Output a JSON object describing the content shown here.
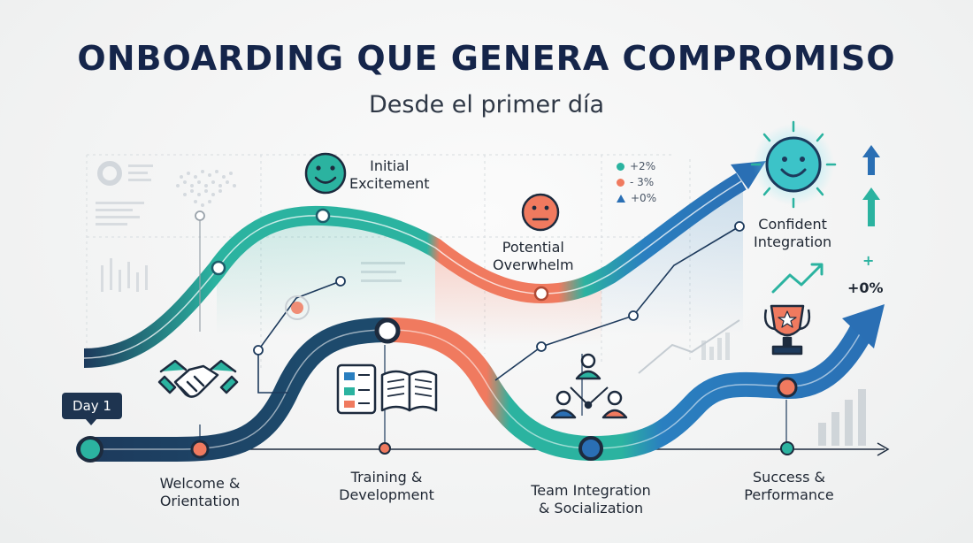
{
  "header": {
    "title": "ONBOARDING QUE GENERA COMPROMISO",
    "subtitle": "Desde el primer día"
  },
  "day_tag": "Day 1",
  "emotions": {
    "initial": [
      "Initial",
      "Excitement"
    ],
    "overwhelm": [
      "Potential",
      "Overwhelm"
    ],
    "confident": [
      "Confident",
      "Integration"
    ]
  },
  "stages": [
    {
      "id": "welcome",
      "lines": [
        "Welcome &",
        "Orientation"
      ],
      "icon": "handshake-icon"
    },
    {
      "id": "training",
      "lines": [
        "Training &",
        "Development"
      ],
      "icon": "book-icon"
    },
    {
      "id": "team",
      "lines": [
        "Team Integration",
        "& Socialization"
      ],
      "icon": "team-icon"
    },
    {
      "id": "success",
      "lines": [
        "Success &",
        "Performance"
      ],
      "icon": "trophy-icon"
    }
  ],
  "legend_stats": [
    {
      "text": "+2%",
      "color": "#2bb3a0",
      "shape": "dot"
    },
    {
      "text": "- 3%",
      "color": "#f07a5f",
      "shape": "dot"
    },
    {
      "text": "+0%",
      "color": "#2a6fb4",
      "shape": "triangle"
    }
  ],
  "side_stat": "+0%",
  "side_plus": "+",
  "colors": {
    "navy": "#1d3a5c",
    "teal": "#2bb3a0",
    "coral": "#f07a5f",
    "blue": "#2a6fb4",
    "title": "#15254a"
  }
}
